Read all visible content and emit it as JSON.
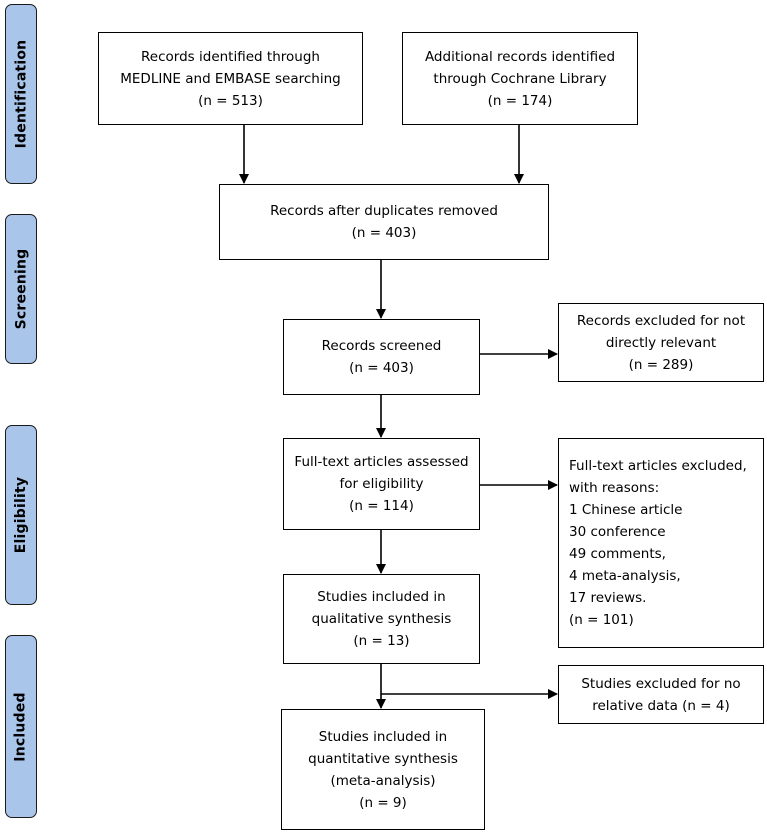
{
  "stages": {
    "identification": "Identification",
    "screening": "Screening",
    "eligibility": "Eligibility",
    "included": "Included"
  },
  "boxes": {
    "medline_embase": {
      "line1": "Records identified through",
      "line2": "MEDLINE and EMBASE searching",
      "count": "(n = 513)"
    },
    "cochrane": {
      "line1": "Additional records identified",
      "line2": "through Cochrane Library",
      "count": "(n = 174)"
    },
    "duplicates_removed": {
      "line1": "Records after duplicates removed",
      "count": "(n = 403)"
    },
    "screened": {
      "line1": "Records screened",
      "count": "(n = 403)"
    },
    "excluded_not_relevant": {
      "line1": "Records excluded for not",
      "line2": "directly relevant",
      "count": "(n = 289)"
    },
    "fulltext_assessed": {
      "line1": "Full-text articles assessed",
      "line2": "for eligibility",
      "count": "(n = 114)"
    },
    "fulltext_excluded": {
      "line1": "Full-text articles excluded,",
      "line2": "with reasons:",
      "reasons": [
        "1 Chinese article",
        "30 conference",
        "49 comments,",
        "4 meta-analysis,",
        "17 reviews."
      ],
      "count": "(n = 101)"
    },
    "qualitative": {
      "line1": "Studies included in",
      "line2": "qualitative synthesis",
      "count": "(n = 13)"
    },
    "excluded_no_data": {
      "line1": "Studies excluded for no",
      "line2": "relative data (n = 4)"
    },
    "quantitative": {
      "line1": "Studies included in",
      "line2": "quantitative synthesis",
      "line3": "(meta-analysis)",
      "count": "(n = 9)"
    }
  },
  "colors": {
    "stage_fill": "#a9c6ea",
    "stroke": "#000000"
  }
}
